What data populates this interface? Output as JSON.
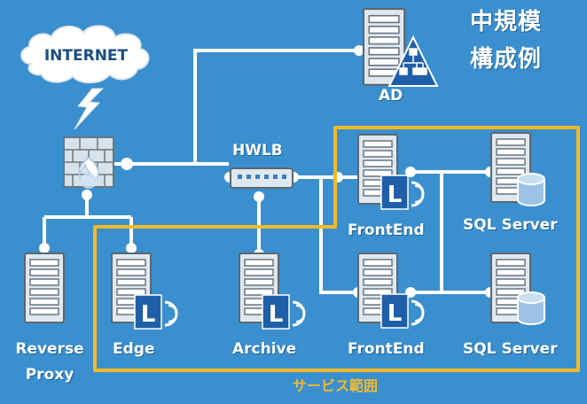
{
  "title": {
    "line1": "中規模",
    "line2": "構成例"
  },
  "internet_label": "INTERNET",
  "service_scope_label": "サービス範囲",
  "colors": {
    "background": "#3a8fcf",
    "connector": "#ffffff",
    "scope_border": "#f4b928",
    "server_body": "#dfe8ef",
    "lync_badge": "#1f5fa8"
  },
  "nodes": {
    "ad": {
      "label": "AD",
      "icon": "server-with-directory-icon"
    },
    "hwlb": {
      "label": "HWLB",
      "icon": "load-balancer-icon"
    },
    "firewall": {
      "icon": "firewall-icon"
    },
    "reverse_proxy": {
      "label_line1": "Reverse",
      "label_line2": "Proxy",
      "icon": "server-icon"
    },
    "edge": {
      "label": "Edge",
      "icon": "lync-server-icon",
      "badge": "L"
    },
    "archive": {
      "label": "Archive",
      "icon": "lync-server-icon",
      "badge": "L"
    },
    "frontend_top": {
      "label": "FrontEnd",
      "icon": "lync-server-icon",
      "badge": "L"
    },
    "frontend_bottom": {
      "label": "FrontEnd",
      "icon": "lync-server-icon",
      "badge": "L"
    },
    "sql_top": {
      "label": "SQL Server",
      "icon": "database-server-icon"
    },
    "sql_bottom": {
      "label": "SQL Server",
      "icon": "database-server-icon"
    }
  }
}
